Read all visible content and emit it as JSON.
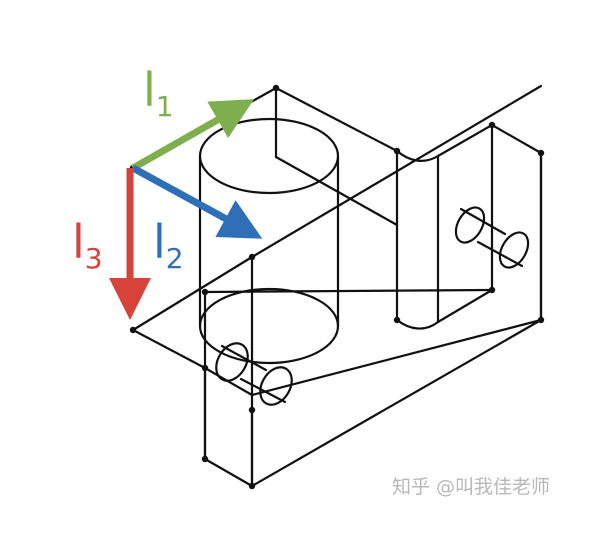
{
  "axes": [
    {
      "letter": "l",
      "subscript": "1",
      "color": "#7fae4e"
    },
    {
      "letter": "l",
      "subscript": "2",
      "color": "#2f6fb8"
    },
    {
      "letter": "l",
      "subscript": "3",
      "color": "#d7423a"
    }
  ],
  "watermark": "知乎 @叫我佳老师",
  "line_color": "#111111"
}
